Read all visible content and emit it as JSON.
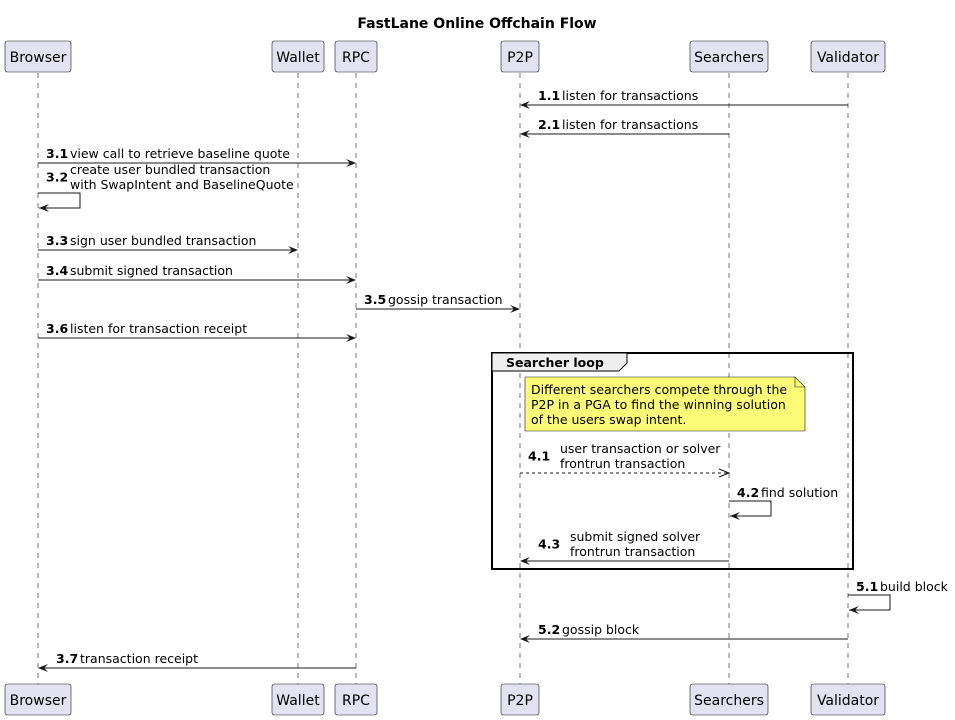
{
  "title": "FastLane Online Offchain Flow",
  "participants": [
    {
      "id": "browser",
      "label": "Browser"
    },
    {
      "id": "wallet",
      "label": "Wallet"
    },
    {
      "id": "rpc",
      "label": "RPC"
    },
    {
      "id": "p2p",
      "label": "P2P"
    },
    {
      "id": "searchers",
      "label": "Searchers"
    },
    {
      "id": "validator",
      "label": "Validator"
    }
  ],
  "messages": [
    {
      "num": "1.1",
      "lines": [
        "listen for transactions"
      ],
      "from": "validator",
      "to": "p2p",
      "style": "solid"
    },
    {
      "num": "2.1",
      "lines": [
        "listen for transactions"
      ],
      "from": "searchers",
      "to": "p2p",
      "style": "solid"
    },
    {
      "num": "3.1",
      "lines": [
        "view call to retrieve baseline quote"
      ],
      "from": "browser",
      "to": "rpc",
      "style": "solid"
    },
    {
      "num": "3.2",
      "lines": [
        "create user bundled transaction",
        "with SwapIntent and BaselineQuote"
      ],
      "from": "browser",
      "to": "browser",
      "style": "self"
    },
    {
      "num": "3.3",
      "lines": [
        "sign user bundled transaction"
      ],
      "from": "browser",
      "to": "wallet",
      "style": "solid"
    },
    {
      "num": "3.4",
      "lines": [
        "submit signed transaction"
      ],
      "from": "browser",
      "to": "rpc",
      "style": "solid"
    },
    {
      "num": "3.5",
      "lines": [
        "gossip transaction"
      ],
      "from": "rpc",
      "to": "p2p",
      "style": "solid"
    },
    {
      "num": "3.6",
      "lines": [
        "listen for transaction receipt"
      ],
      "from": "browser",
      "to": "rpc",
      "style": "solid"
    },
    {
      "num": "4.1",
      "lines": [
        "user transaction or solver",
        "frontrun transaction"
      ],
      "from": "p2p",
      "to": "searchers",
      "style": "dashed"
    },
    {
      "num": "4.2",
      "lines": [
        "find solution"
      ],
      "from": "searchers",
      "to": "searchers",
      "style": "self"
    },
    {
      "num": "4.3",
      "lines": [
        "submit signed solver",
        "frontrun transaction"
      ],
      "from": "searchers",
      "to": "p2p",
      "style": "solid"
    },
    {
      "num": "5.1",
      "lines": [
        "build block"
      ],
      "from": "validator",
      "to": "validator",
      "style": "self"
    },
    {
      "num": "5.2",
      "lines": [
        "gossip block"
      ],
      "from": "validator",
      "to": "p2p",
      "style": "solid"
    },
    {
      "num": "3.7",
      "lines": [
        "transaction receipt"
      ],
      "from": "rpc",
      "to": "browser",
      "style": "solid"
    }
  ],
  "group": {
    "label": "Searcher loop"
  },
  "note": {
    "lines": [
      "Different searchers compete through the",
      "P2P in a PGA to find the winning solution",
      "of the users swap intent."
    ]
  },
  "colors": {
    "participant_fill": "#e2e2f0",
    "participant_border": "#181818",
    "note_fill": "#fbfb77",
    "lifeline": "#181818"
  }
}
